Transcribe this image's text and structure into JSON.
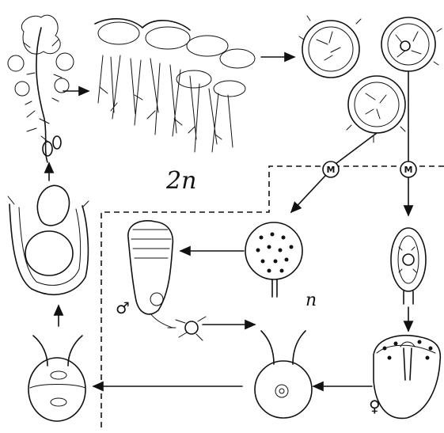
{
  "labels": {
    "diploid": "2n",
    "haploid": "n",
    "meiosis_left": "M",
    "meiosis_right": "M",
    "male_symbol": "♂",
    "female_symbol": "♀"
  },
  "colors": {
    "ink": "#111111",
    "background": "#ffffff"
  }
}
